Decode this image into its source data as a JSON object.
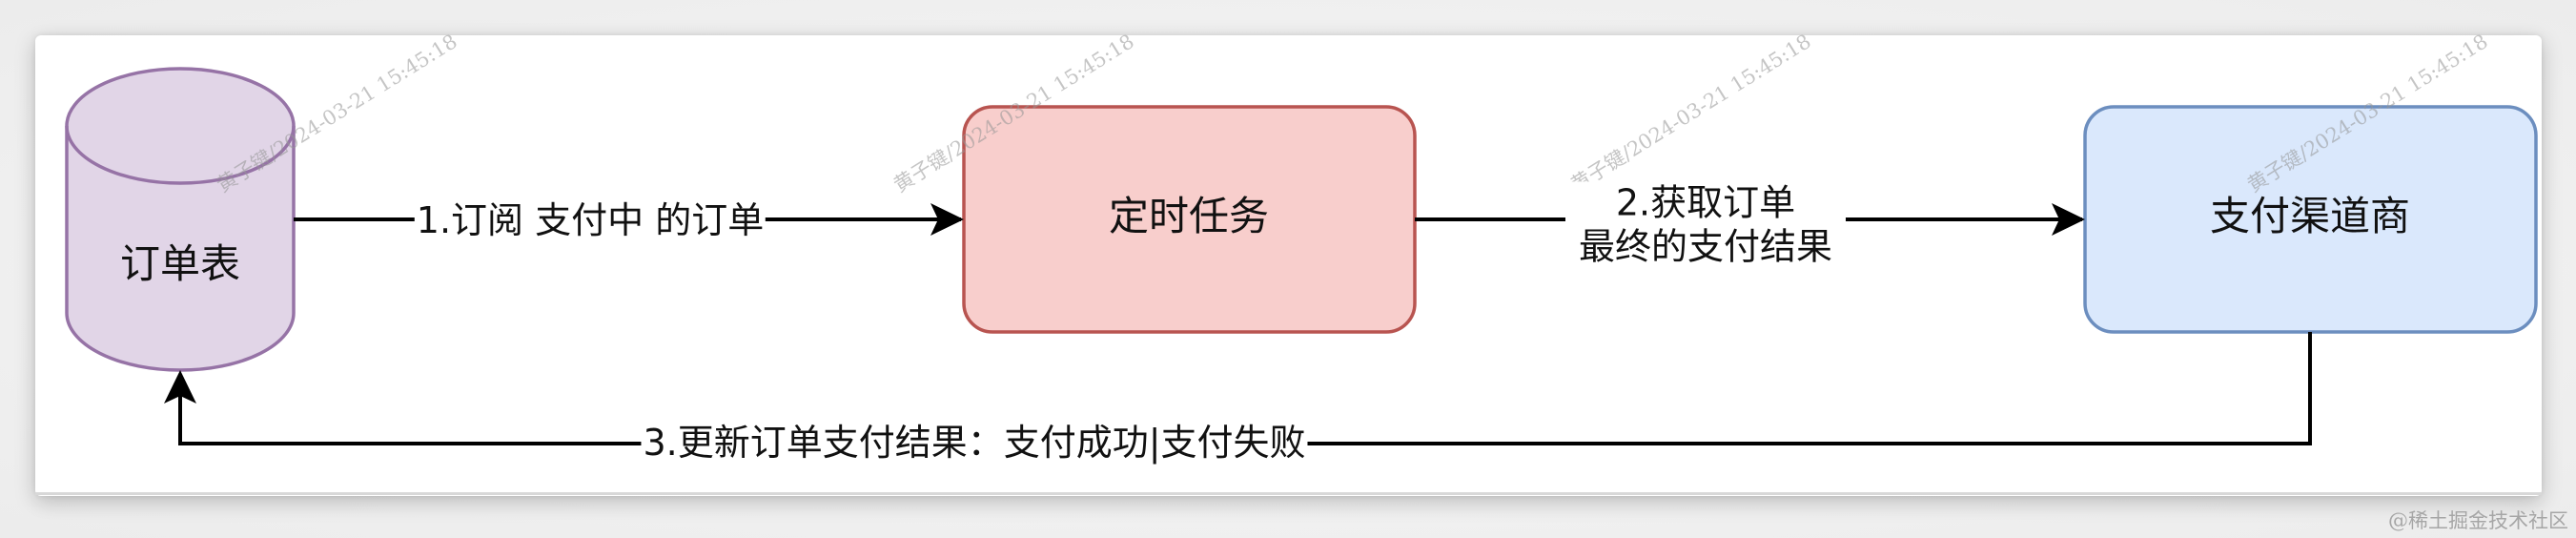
{
  "nodes": {
    "order_table": {
      "label": "订单表",
      "shape": "cylinder",
      "fill": "#e1d5e7",
      "stroke": "#9673a6"
    },
    "scheduled_task": {
      "label": "定时任务",
      "shape": "rounded-rect",
      "fill": "#f8cecc",
      "stroke": "#b85450"
    },
    "payment_channel": {
      "label": "支付渠道商",
      "shape": "rounded-rect",
      "fill": "#dae8fc",
      "stroke": "#6c8ebf"
    }
  },
  "edges": {
    "step1": {
      "label": "1.订阅 支付中 的订单",
      "from": "订单表",
      "to": "定时任务"
    },
    "step2": {
      "line1": "2.获取订单",
      "line2": "最终的支付结果",
      "from": "定时任务",
      "to": "支付渠道商"
    },
    "step3": {
      "label": "3.更新订单支付结果：支付成功|支付失败",
      "from": "支付渠道商",
      "to": "订单表"
    }
  },
  "watermark": {
    "text": "黄子键/2024-03-21 15:45:18"
  },
  "attribution": {
    "text": "@稀土掘金技术社区"
  },
  "colors": {
    "edge": "#000000",
    "card_bg": "#ffffff"
  }
}
